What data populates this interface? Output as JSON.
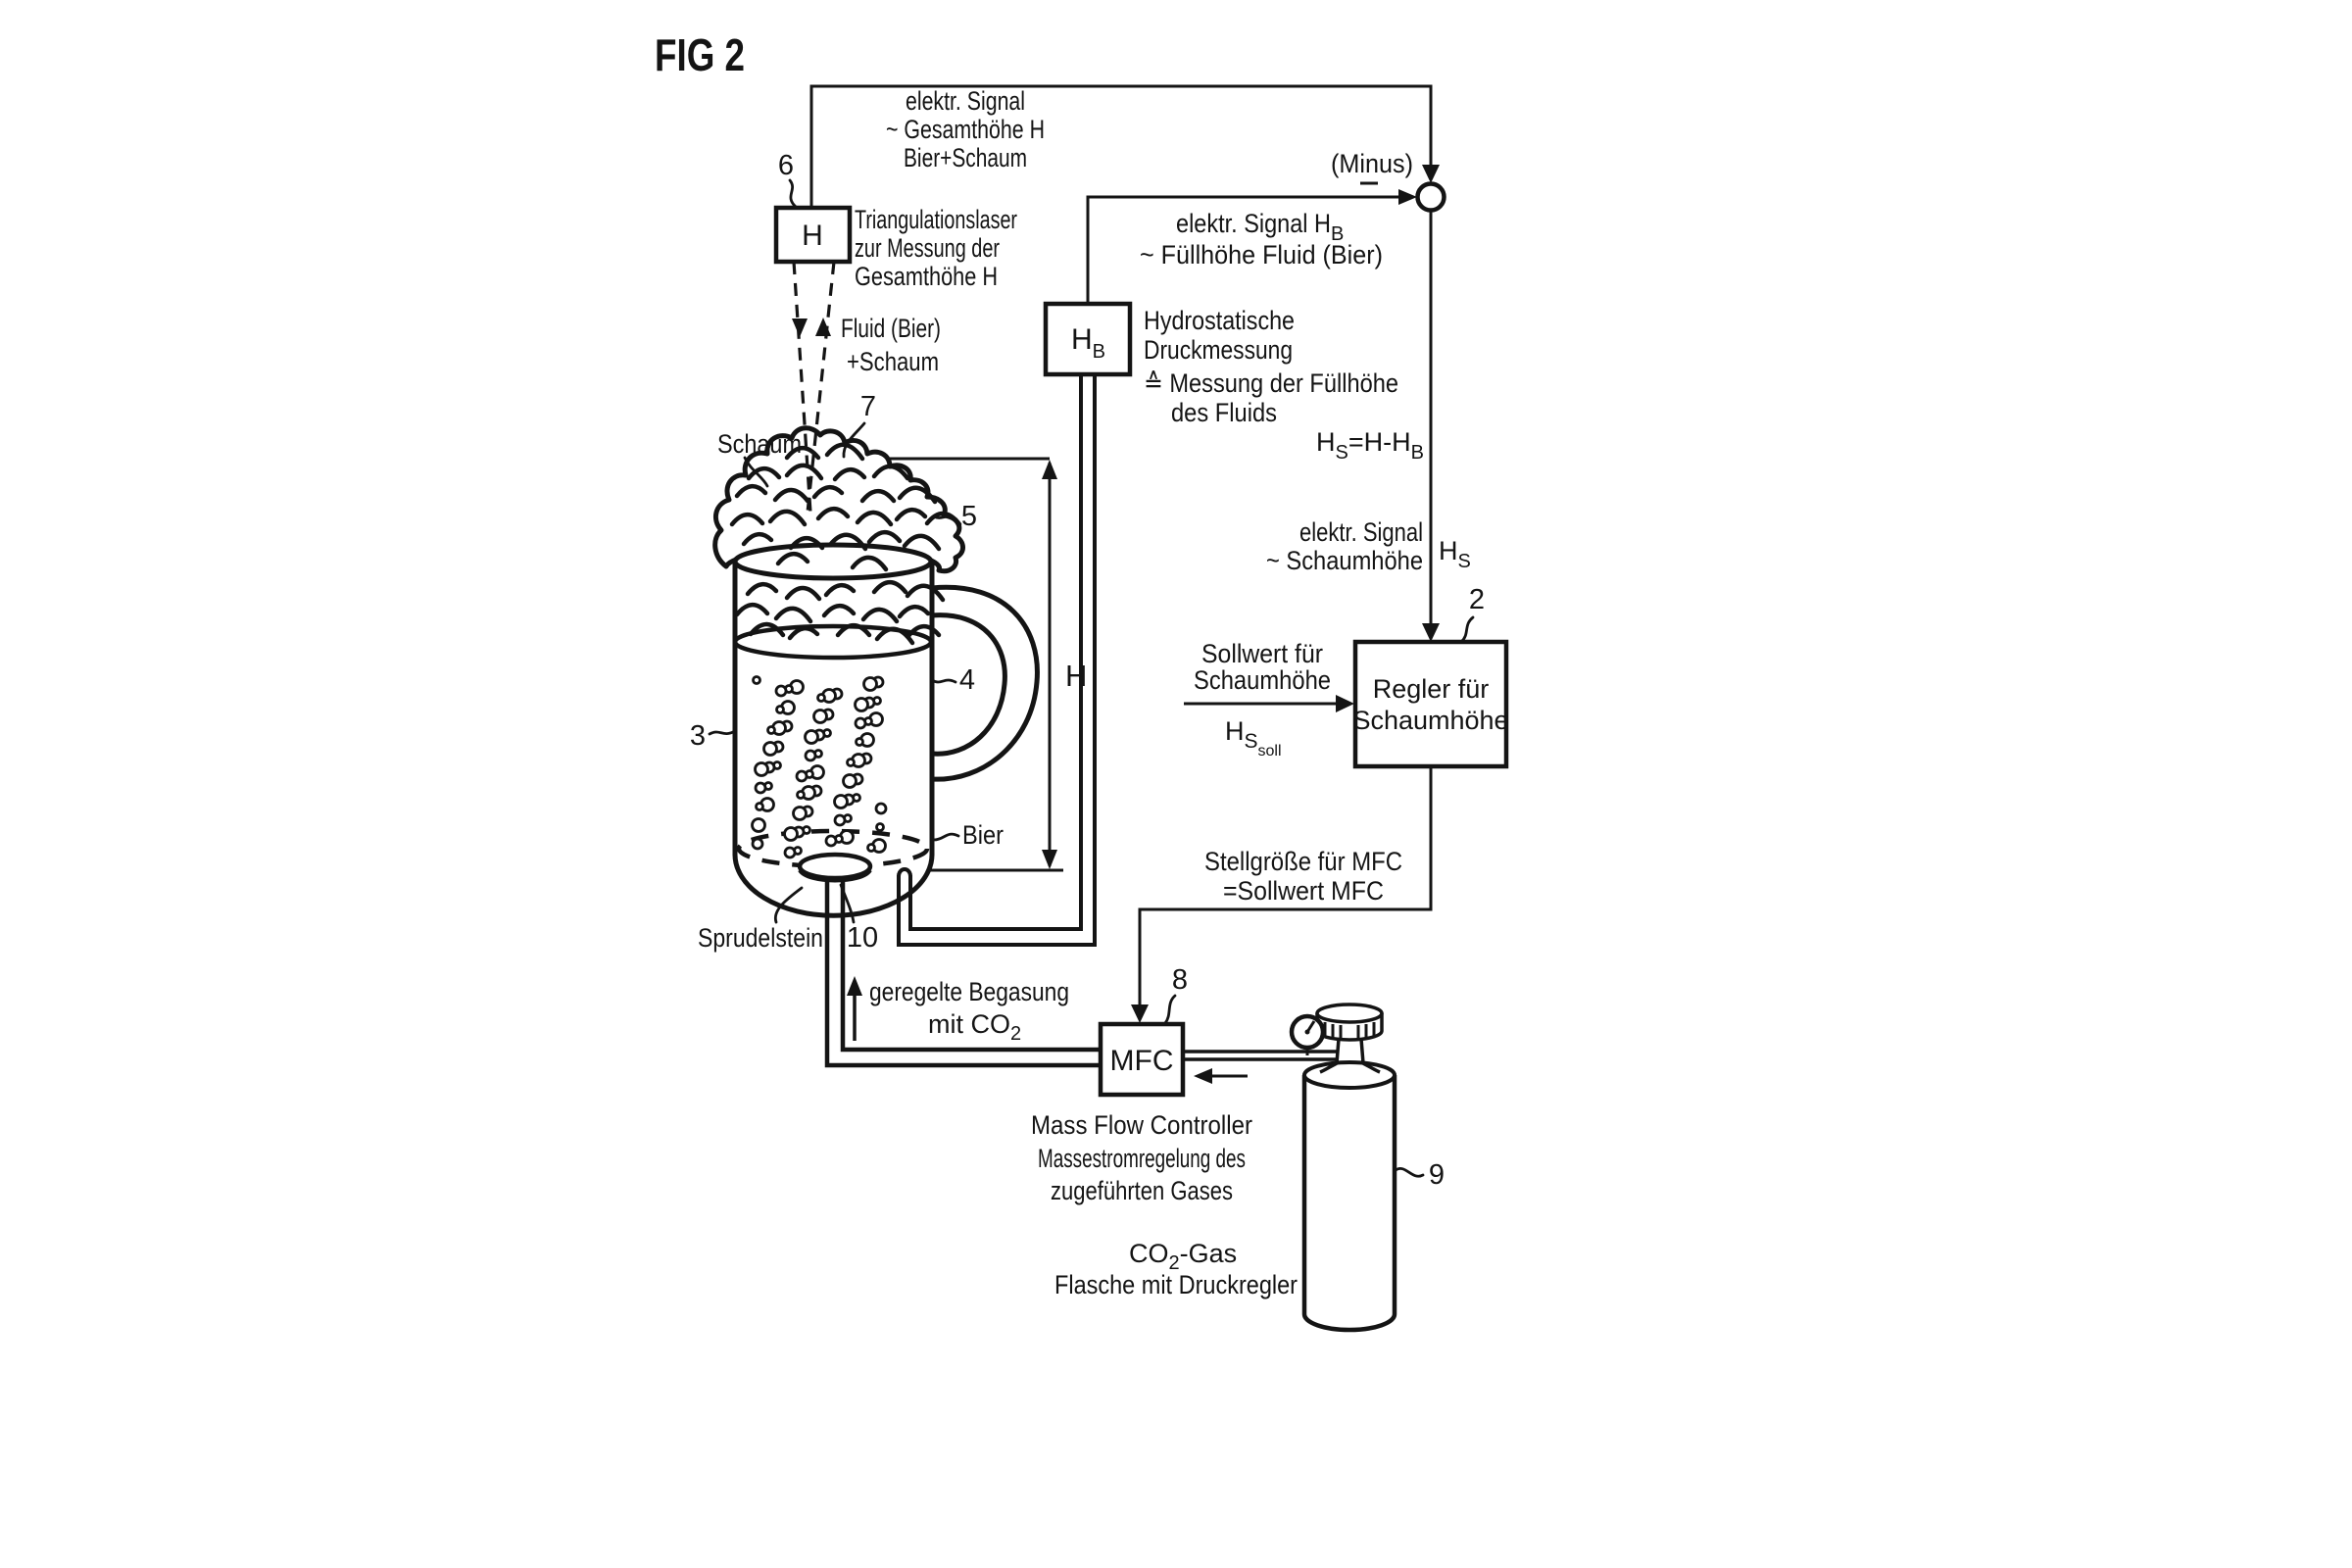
{
  "figure_title": "FIG 2",
  "colors": {
    "ink": "#141414",
    "background": "#ffffff"
  },
  "signals": {
    "total_height": {
      "l1": "elektr. Signal",
      "l2": "~ Gesamthöhe H",
      "l3": "Bier+Schaum"
    },
    "minus": "(Minus)",
    "hb": {
      "l1_main": "elektr. Signal H",
      "l1_sub": "B",
      "l2": "~ Füllhöhe Fluid (Bier)"
    },
    "formula": {
      "p1": "H",
      "p1_sub": "S",
      "p2": "=H-H",
      "p2_sub": "B"
    },
    "foam_height": {
      "l1": "elektr. Signal",
      "l2": "~ Schaumhöhe",
      "hs_main": "H",
      "hs_sub": "S"
    },
    "setpoint": {
      "l1": "Sollwert für",
      "l2": "Schaumhöhe",
      "hs_main": "H",
      "hs_sub": "S",
      "hs_subsub": "soll"
    },
    "actuating": {
      "l1": "Stellgröße für MFC",
      "l2": "=Sollwert MFC"
    },
    "gas_feed": {
      "l1": "geregelte Begasung",
      "l2_main": "mit CO",
      "l2_sub": "2"
    }
  },
  "components": {
    "laser": {
      "ref": "6",
      "box": "H",
      "desc1": "Triangulationslaser",
      "desc2": "zur Messung der",
      "desc3": "Gesamthöhe H"
    },
    "beam": {
      "l1": "Fluid (Bier)",
      "l2": "+Schaum"
    },
    "hydrostatic": {
      "box_main": "H",
      "box_sub": "B",
      "desc1": "Hydrostatische",
      "desc2": "Druckmessung",
      "desc3": "≙ Messung der Füllhöhe",
      "desc4": "des Fluids"
    },
    "controller": {
      "ref": "2",
      "l1": "Regler für",
      "l2": "Schaumhöhe"
    },
    "mfc": {
      "ref": "8",
      "box": "MFC",
      "desc1": "Mass Flow Controller",
      "desc2": "Massestromregelung des",
      "desc3": "zugeführten Gases"
    },
    "bottle": {
      "ref": "9",
      "d1_main": "CO",
      "d1_sub": "2",
      "d1_rest": "-Gas",
      "d2": "Flasche mit Druckregler"
    },
    "mug": {
      "ref_glass": "3",
      "ref_body": "4",
      "ref_foam": "5",
      "ref_top": "7",
      "ref_stone": "10",
      "schaum": "Schaum",
      "bier": "Bier",
      "stone": "Sprudelstein",
      "dim": "H"
    }
  }
}
